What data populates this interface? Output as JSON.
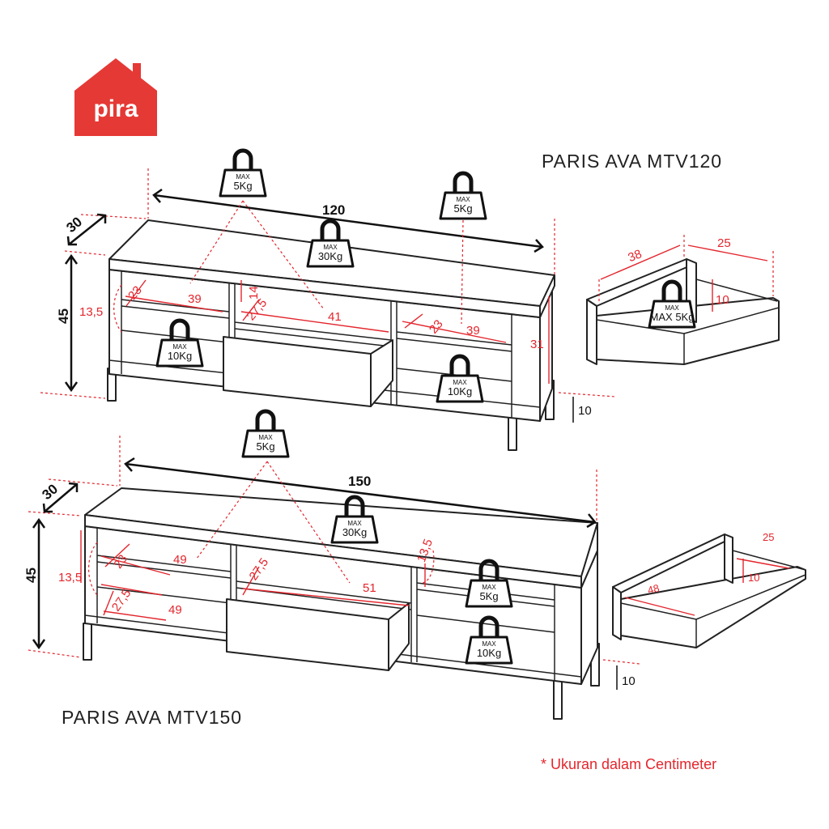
{
  "brand": {
    "logo_text": "pira",
    "color": "#e53935"
  },
  "models": [
    {
      "title": "PARIS AVA MTV120",
      "width": "120",
      "depth": "30",
      "height": "45",
      "leg_height": "10",
      "inner_height": "31",
      "shelf_dims": [
        "23",
        "39",
        "13,5",
        "14",
        "27,5",
        "41",
        "23",
        "39"
      ],
      "loads": [
        "MAX 5Kg",
        "MAX 5Kg",
        "MAX 30Kg",
        "MAX 10Kg",
        "MAX 10Kg"
      ],
      "drawer": {
        "width": "38",
        "depth": "25",
        "height": "10",
        "load": "MAX 5Kg"
      }
    },
    {
      "title": "PARIS AVA MTV150",
      "width": "150",
      "depth": "30",
      "height": "45",
      "leg_height": "10",
      "shelf_dims": [
        "23",
        "49",
        "13,5",
        "27,5",
        "49",
        "27,5",
        "51",
        "13,5"
      ],
      "loads": [
        "MAX 5Kg",
        "MAX 30Kg",
        "MAX 5Kg",
        "MAX 10Kg"
      ],
      "drawer": {
        "width": "48",
        "depth": "25",
        "height": "10"
      }
    }
  ],
  "weight_label": "MAX",
  "weight_values": {
    "w5": "5Kg",
    "w10": "10Kg",
    "w30": "30Kg"
  },
  "note": "* Ukuran dalam Centimeter",
  "colors": {
    "dimension_red": "#e3262d",
    "line": "#222222"
  }
}
